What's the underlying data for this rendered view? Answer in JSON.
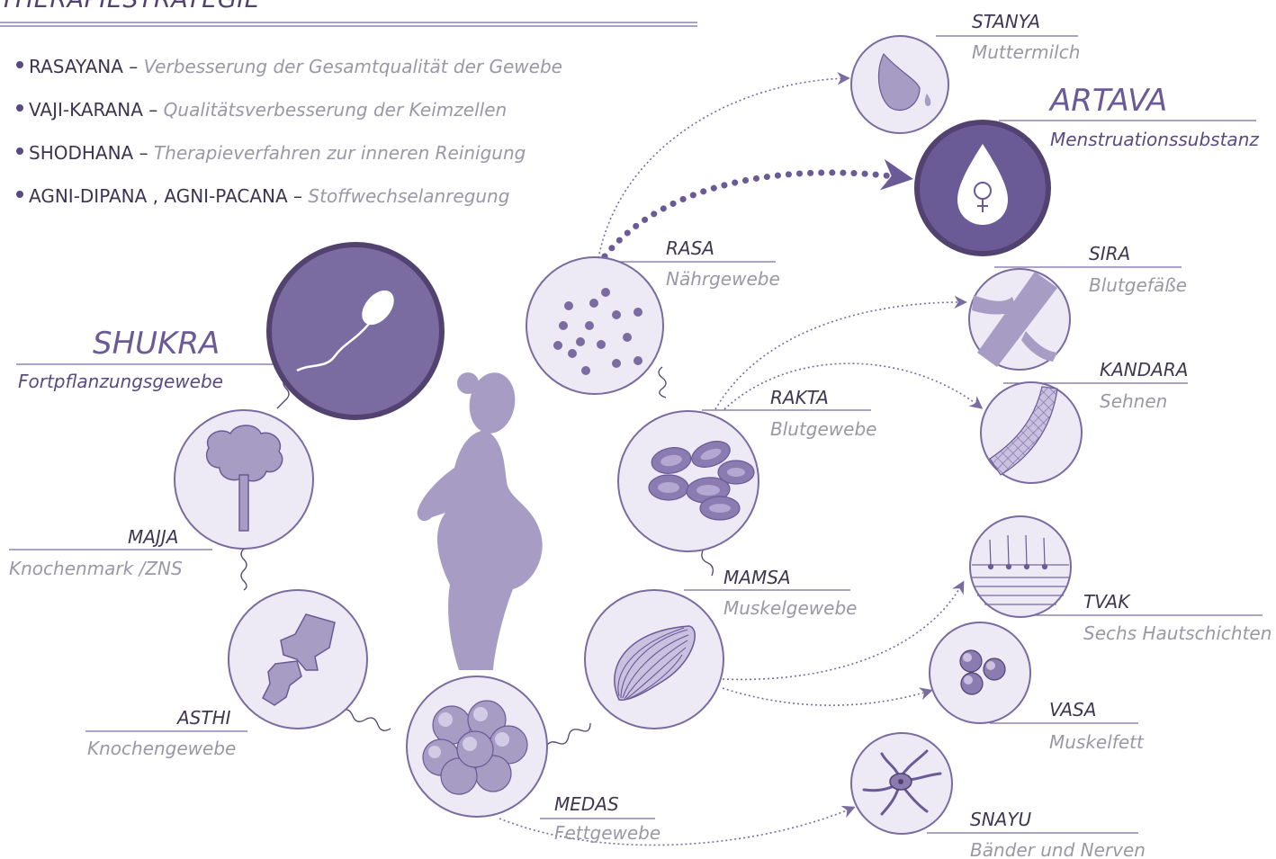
{
  "title": "THERAPIESTRATEGIE",
  "bullets": [
    {
      "term": "RASAYANA – ",
      "def": "Verbesserung der Gesamtqualität der Gewebe"
    },
    {
      "term": "VAJI-KARANA – ",
      "def": "Qualitätsverbesserung der Keimzellen"
    },
    {
      "term": "SHODHANA – ",
      "def": "Therapieverfahren zur inneren Reinigung"
    },
    {
      "term": "AGNI-DIPANA , AGNI-PACANA – ",
      "def": "Stoffwechselanregung"
    }
  ],
  "tissues": {
    "shukra": {
      "name": "SHUKRA",
      "desc": "Fortpflanzungsgewebe"
    },
    "majja": {
      "name": "MAJJA",
      "desc": "Knochenmark /ZNS"
    },
    "asthi": {
      "name": "ASTHI",
      "desc": "Knochengewebe"
    },
    "medas": {
      "name": "MEDAS",
      "desc": "Fettgewebe"
    },
    "mamsa": {
      "name": "MAMSA",
      "desc": "Muskelgewebe"
    },
    "rakta": {
      "name": "RAKTA",
      "desc": "Blutgewebe"
    },
    "rasa": {
      "name": "RASA",
      "desc": "Nährgewebe"
    }
  },
  "upadhatus": {
    "stanya": {
      "name": "STANYA",
      "desc": "Muttermilch"
    },
    "artava": {
      "name": "ARTAVA",
      "desc": "Menstruationssubstanz"
    },
    "sira": {
      "name": "SIRA",
      "desc": "Blutgefäße"
    },
    "kandara": {
      "name": "KANDARA",
      "desc": "Sehnen"
    },
    "tvak": {
      "name": "TVAK",
      "desc": "Sechs Hautschichten"
    },
    "vasa": {
      "name": "VASA",
      "desc": "Muskelfett"
    },
    "snayu": {
      "name": "SNAYU",
      "desc": "Bänder und Nerven"
    }
  },
  "colors": {
    "dark_purple": "#51426f",
    "mid_purple": "#7a6ba0",
    "light_purple": "#a79dc4",
    "pale_fill": "#edeaf5",
    "grey_text": "#9a98a6"
  }
}
